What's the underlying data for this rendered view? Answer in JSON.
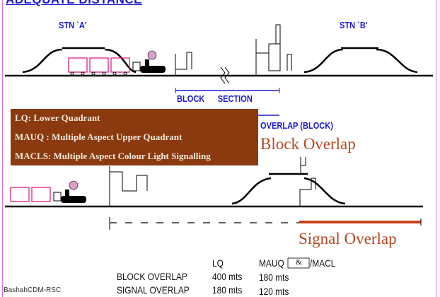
{
  "title": "ADEQUATE DISTANCE",
  "stations": {
    "a": "STN `A'",
    "b": "STN `B'"
  },
  "block_section_label": "BLOCK      SECTION",
  "overlap_block_label": "OVERLAP (BLOCK)",
  "legend": [
    "LQ: Lower Quadrant",
    "MAUQ : Multiple Aspect Upper Quadrant",
    "MACLS: Multiple Aspect Colour Light Signalling"
  ],
  "block_overlap_caption": "Block Overlap",
  "signal_overlap_caption": "Signal Overlap",
  "table": {
    "headers": [
      "LQ",
      "MAUQ",
      "&",
      "/MACL"
    ],
    "rows": [
      {
        "label": "BLOCK OVERLAP",
        "lq": "400 mts",
        "mauq": "180 mts"
      },
      {
        "label": "SIGNAL OVERLAP",
        "lq": "180 mts",
        "mauq": "120 mts"
      }
    ]
  },
  "credit": "BashahCDM-RSC",
  "colors": {
    "blue_text": "#1a1ad0",
    "legend_bg": "#8b3a10",
    "overlap_red": "#c8401a",
    "wagon_pink": "#e0208a",
    "frame": "#e070e0"
  }
}
